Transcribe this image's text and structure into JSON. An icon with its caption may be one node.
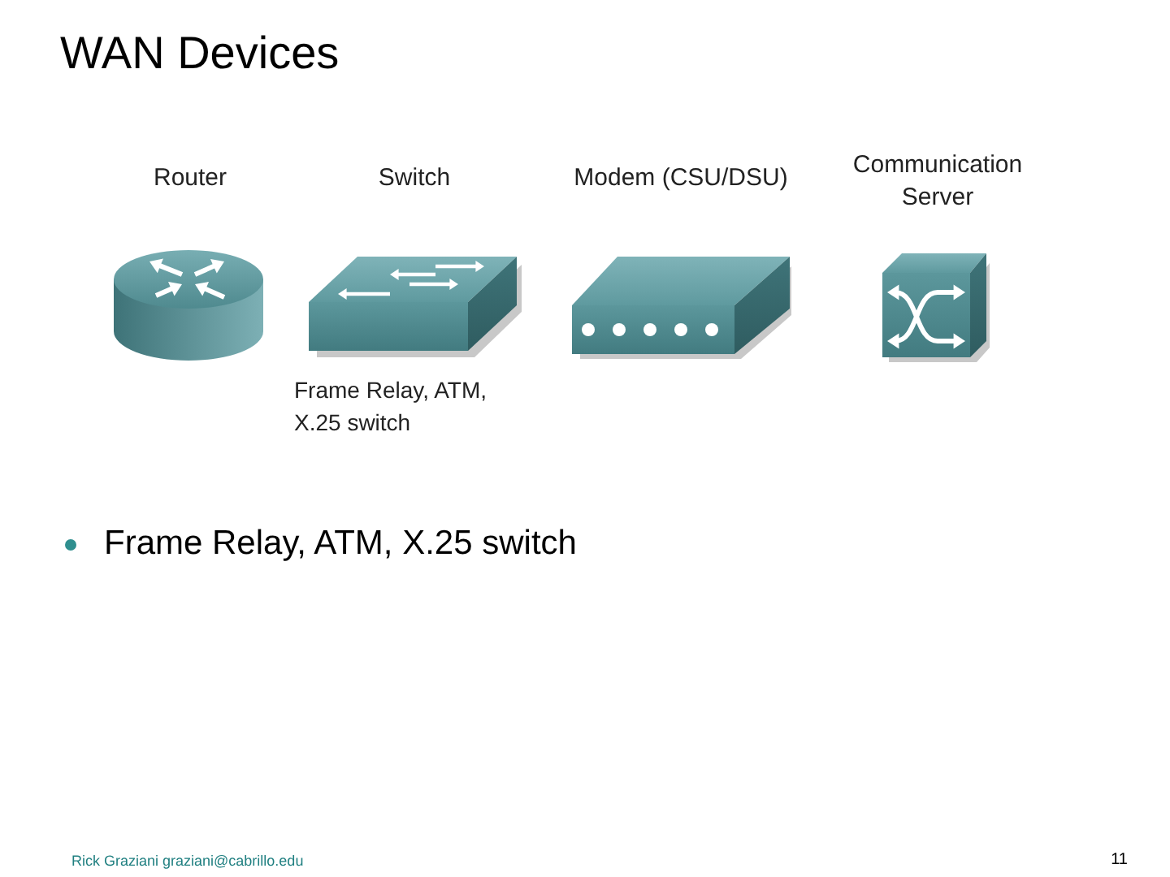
{
  "diagram": {
    "title": "WAN Devices",
    "nodes": [
      {
        "text": [
          "Router"
        ]
      },
      {
        "text": [
          "Switch"
        ],
        "beside": [
          "Frame Relay, ATM, X.25 switch"
        ]
      },
      {
        "text": [
          "Modem (CSU/DSU)"
        ]
      },
      {
        "text": [
          "Communication Server"
        ]
      }
    ],
    "labels": [
      "Frame Relay, ATM, X.25 switch",
      "Rick Graziani graziani@cabrillo.edu",
      "11"
    ]
  }
}
